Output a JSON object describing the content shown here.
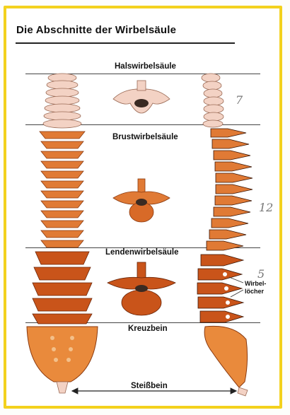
{
  "title": "Die Abschnitte der Wirbelsäule",
  "regions": {
    "hals": "Halswirbelsäule",
    "brust": "Brustwirbelsäule",
    "lenden": "Lendenwirbelsäule",
    "kreuz": "Kreuzbein",
    "steiss": "Steißbein"
  },
  "side_label": {
    "line1": "Wirbel-",
    "line2": "löcher"
  },
  "handwritten": {
    "cervical_count": "7",
    "thoracic_count": "12",
    "lumbar_count": "5"
  },
  "colors": {
    "cervical": "#f3d2c4",
    "thoracic": "#e07a35",
    "lumbar": "#c9541a",
    "sacrum": "#e98a3c",
    "frame": "#f3d11d"
  }
}
